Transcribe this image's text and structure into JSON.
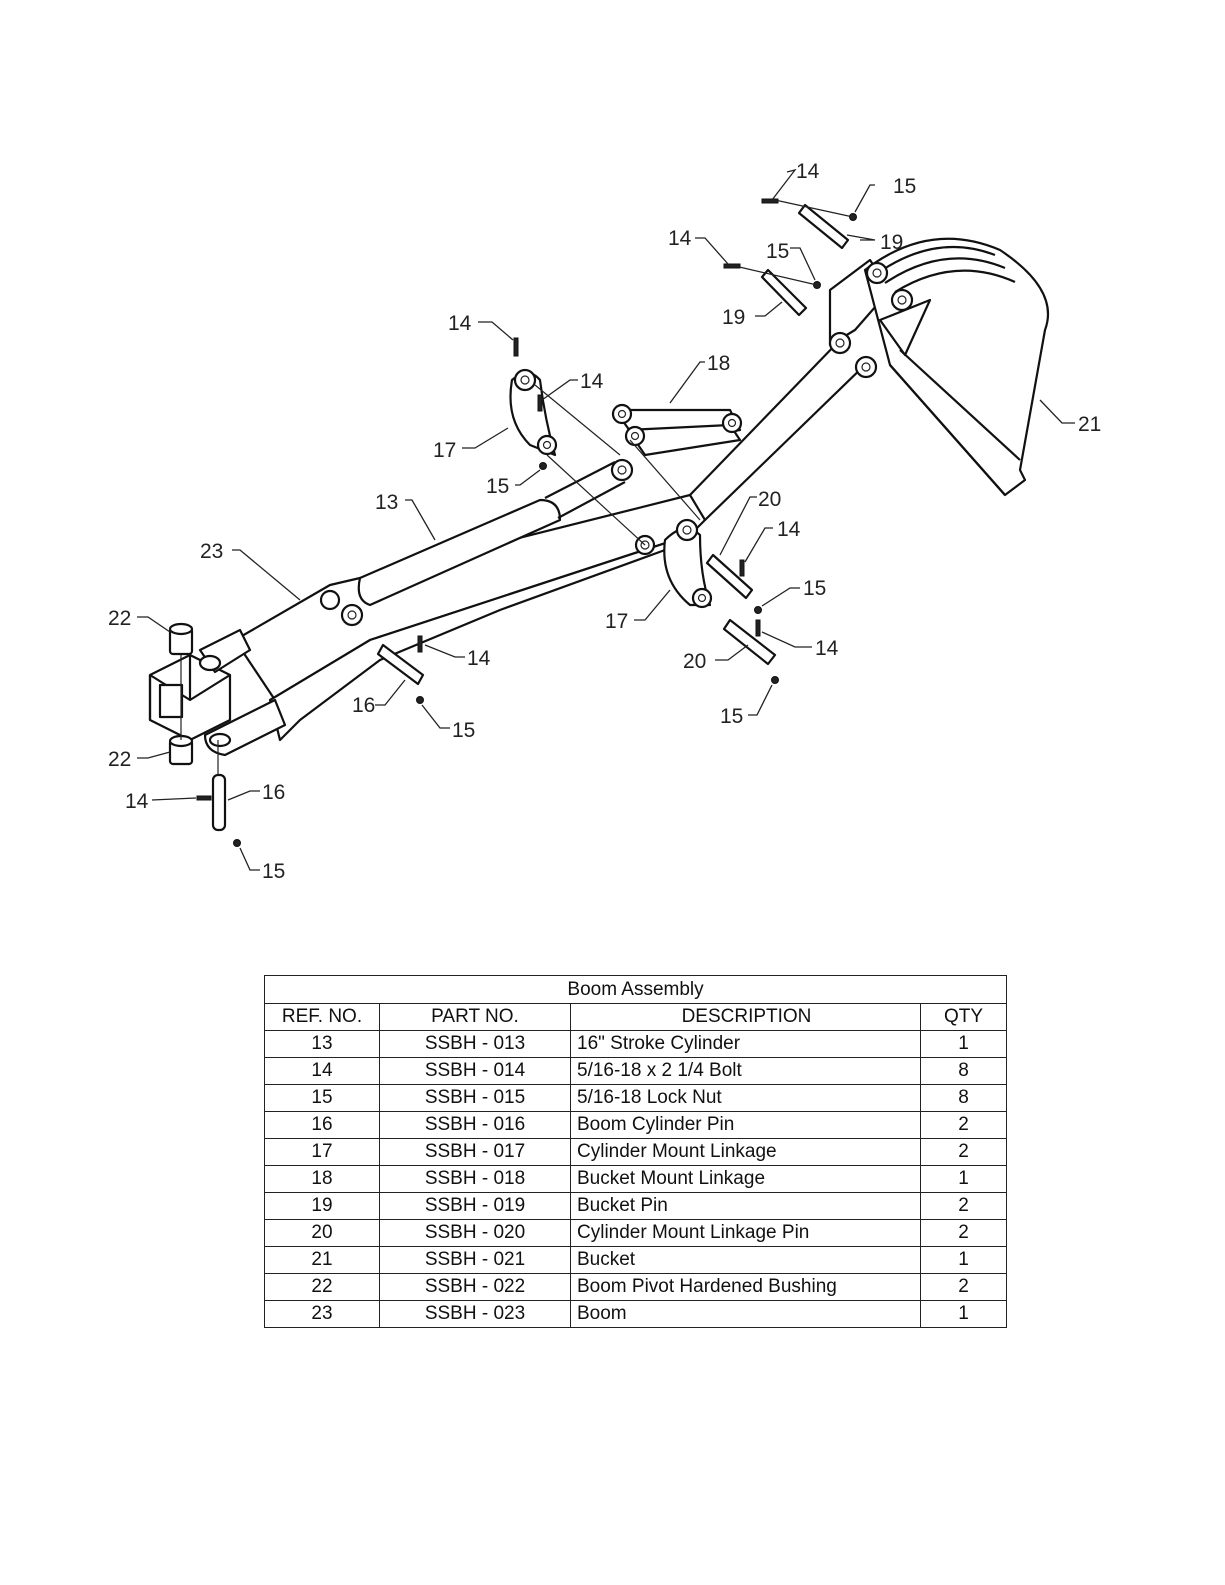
{
  "diagram": {
    "callouts": {
      "c13": "13",
      "c14a": "14",
      "c14b": "14",
      "c14c": "14",
      "c14d": "14",
      "c14e": "14",
      "c14f": "14",
      "c14g": "14",
      "c15a": "15",
      "c15b": "15",
      "c15c": "15",
      "c15d": "15",
      "c15e": "15",
      "c15f": "15",
      "c15g": "15",
      "c16a": "16",
      "c16b": "16",
      "c17a": "17",
      "c17b": "17",
      "c18": "18",
      "c19a": "19",
      "c19b": "19",
      "c20a": "20",
      "c20b": "20",
      "c21": "21",
      "c22a": "22",
      "c22b": "22",
      "c23": "23"
    }
  },
  "table": {
    "title": "Boom Assembly",
    "headers": {
      "ref": "REF. NO.",
      "part": "PART NO.",
      "desc": "DESCRIPTION",
      "qty": "QTY"
    },
    "rows": [
      {
        "ref": "13",
        "part": "SSBH - 013",
        "desc": "16\" Stroke Cylinder",
        "qty": "1"
      },
      {
        "ref": "14",
        "part": "SSBH - 014",
        "desc": "5/16-18 x 2 1/4 Bolt",
        "qty": "8"
      },
      {
        "ref": "15",
        "part": "SSBH - 015",
        "desc": "5/16-18 Lock Nut",
        "qty": "8"
      },
      {
        "ref": "16",
        "part": "SSBH - 016",
        "desc": "Boom Cylinder Pin",
        "qty": "2"
      },
      {
        "ref": "17",
        "part": "SSBH - 017",
        "desc": "Cylinder Mount Linkage",
        "qty": "2"
      },
      {
        "ref": "18",
        "part": "SSBH - 018",
        "desc": "Bucket Mount Linkage",
        "qty": "1"
      },
      {
        "ref": "19",
        "part": "SSBH - 019",
        "desc": "Bucket Pin",
        "qty": "2"
      },
      {
        "ref": "20",
        "part": "SSBH - 020",
        "desc": "Cylinder Mount Linkage Pin",
        "qty": "2"
      },
      {
        "ref": "21",
        "part": "SSBH - 021",
        "desc": "Bucket",
        "qty": "1"
      },
      {
        "ref": "22",
        "part": "SSBH - 022",
        "desc": "Boom Pivot Hardened Bushing",
        "qty": "2"
      },
      {
        "ref": "23",
        "part": "SSBH - 023",
        "desc": "Boom",
        "qty": "1"
      }
    ]
  }
}
